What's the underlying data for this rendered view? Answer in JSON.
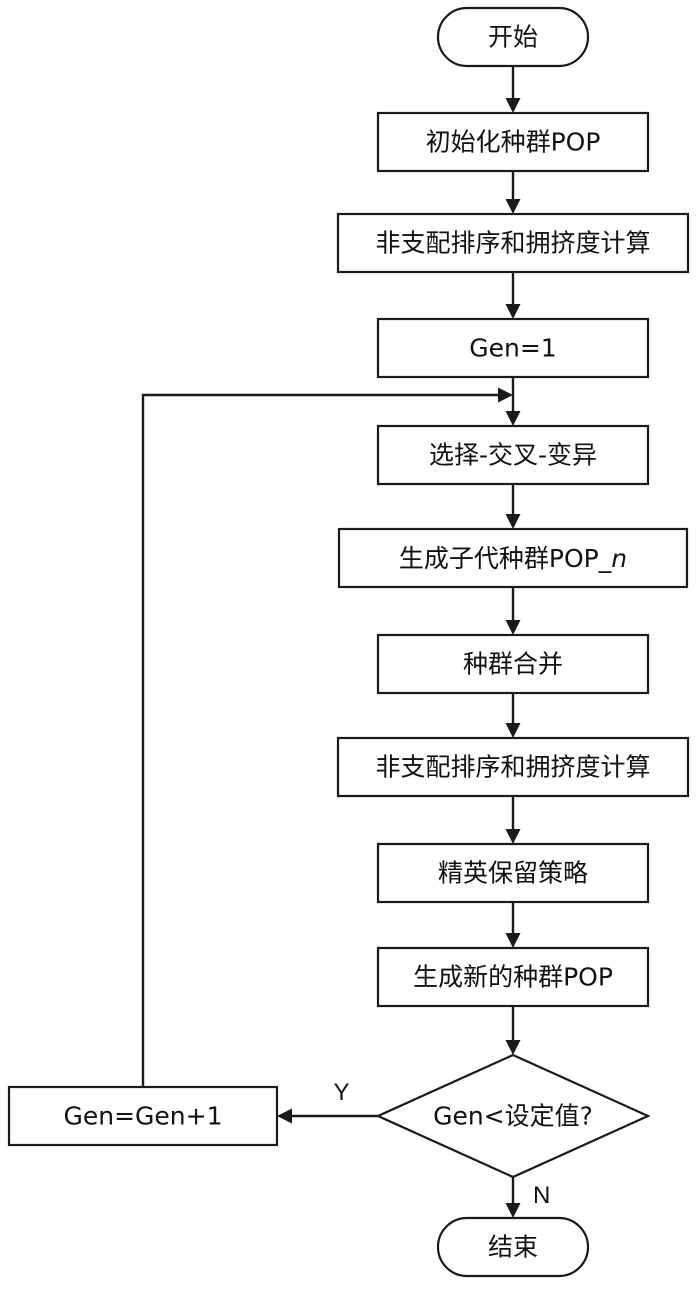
{
  "diagram": {
    "nodes": [
      {
        "id": "start",
        "shape": "terminal",
        "label": "开始"
      },
      {
        "id": "init",
        "shape": "process",
        "label": "初始化种群POP"
      },
      {
        "id": "sort1",
        "shape": "process",
        "label": "非支配排序和拥挤度计算"
      },
      {
        "id": "gen1",
        "shape": "process",
        "label": "Gen=1"
      },
      {
        "id": "sxm",
        "shape": "process",
        "label": "选择-交叉-变异"
      },
      {
        "id": "offspring",
        "shape": "process",
        "label_parts": [
          "生成子代种群POP_",
          "n"
        ]
      },
      {
        "id": "merge",
        "shape": "process",
        "label": "种群合并"
      },
      {
        "id": "sort2",
        "shape": "process",
        "label": "非支配排序和拥挤度计算"
      },
      {
        "id": "elite",
        "shape": "process",
        "label": "精英保留策略"
      },
      {
        "id": "newpop",
        "shape": "process",
        "label": "生成新的种群POP"
      },
      {
        "id": "decision",
        "shape": "decision",
        "label": "Gen<设定值?"
      },
      {
        "id": "inc",
        "shape": "process",
        "label": "Gen=Gen+1"
      },
      {
        "id": "end",
        "shape": "terminal",
        "label": "结束"
      }
    ],
    "edges": [
      {
        "from": "start",
        "to": "init"
      },
      {
        "from": "init",
        "to": "sort1"
      },
      {
        "from": "sort1",
        "to": "gen1"
      },
      {
        "from": "gen1",
        "to": "sxm"
      },
      {
        "from": "sxm",
        "to": "offspring"
      },
      {
        "from": "offspring",
        "to": "merge"
      },
      {
        "from": "merge",
        "to": "sort2"
      },
      {
        "from": "sort2",
        "to": "elite"
      },
      {
        "from": "elite",
        "to": "newpop"
      },
      {
        "from": "newpop",
        "to": "decision"
      },
      {
        "from": "decision",
        "to": "inc",
        "label": "Y"
      },
      {
        "from": "decision",
        "to": "end",
        "label": "N"
      },
      {
        "from": "inc",
        "to": "sxm",
        "label": ""
      }
    ]
  }
}
